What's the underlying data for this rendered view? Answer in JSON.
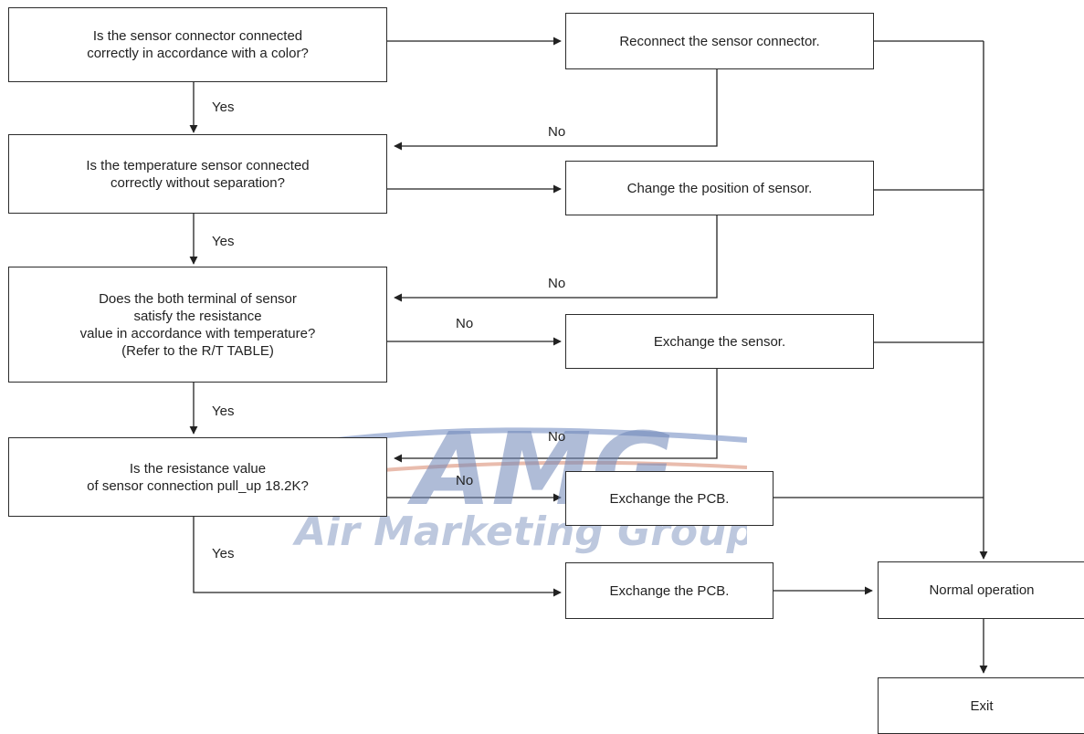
{
  "flowchart": {
    "q1": "Is the sensor connector connected\ncorrectly in accordance with a color?",
    "q2": "Is the temperature sensor connected\ncorrectly without separation?",
    "q3": "Does the both terminal of sensor\nsatisfy the resistance\nvalue in accordance with temperature?\n(Refer to the R/T TABLE)",
    "q4": "Is the resistance value\nof sensor connection pull_up 18.2K?",
    "a1": "Reconnect the sensor connector.",
    "a2": "Change the position of sensor.",
    "a3": "Exchange the sensor.",
    "a4": "Exchange the PCB.",
    "a5": "Exchange the PCB.",
    "normal": "Normal operation",
    "exit": "Exit",
    "yes": "Yes",
    "no": "No"
  },
  "watermark": {
    "logo": "AMG",
    "text": "Air Marketing Group LLC",
    "colors": {
      "blue": "#6f86b8",
      "red": "#e0a08a"
    }
  }
}
